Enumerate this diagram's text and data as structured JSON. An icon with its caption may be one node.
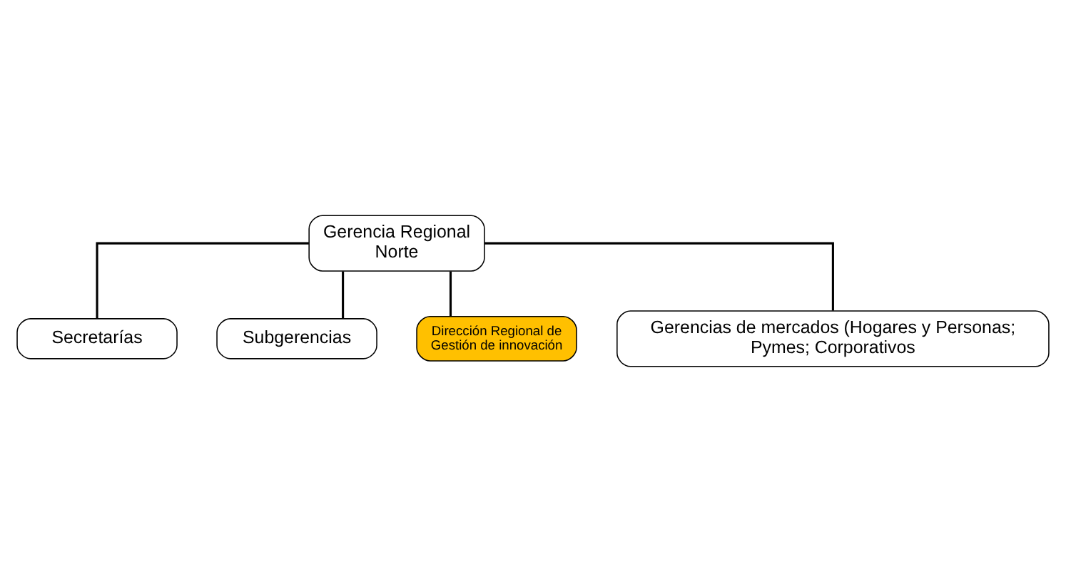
{
  "diagram": {
    "nodes": [
      {
        "text": [
          "Gerencia Regional Norte"
        ]
      },
      {
        "text": [
          "Secretarías"
        ]
      },
      {
        "text": [
          "Subgerencias"
        ]
      },
      {
        "text": [
          "Dirección Regional de Gestión de innovación"
        ]
      },
      {
        "text": [
          "Gerencias de mercados (Hogares y Personas; Pymes; Corporativos"
        ]
      }
    ],
    "edges": [
      {
        "from": 0,
        "to": 1,
        "arrow": "none"
      },
      {
        "from": 0,
        "to": 2,
        "arrow": "none"
      },
      {
        "from": 0,
        "to": 3,
        "arrow": "none"
      },
      {
        "from": 0,
        "to": 4,
        "arrow": "none"
      }
    ]
  }
}
